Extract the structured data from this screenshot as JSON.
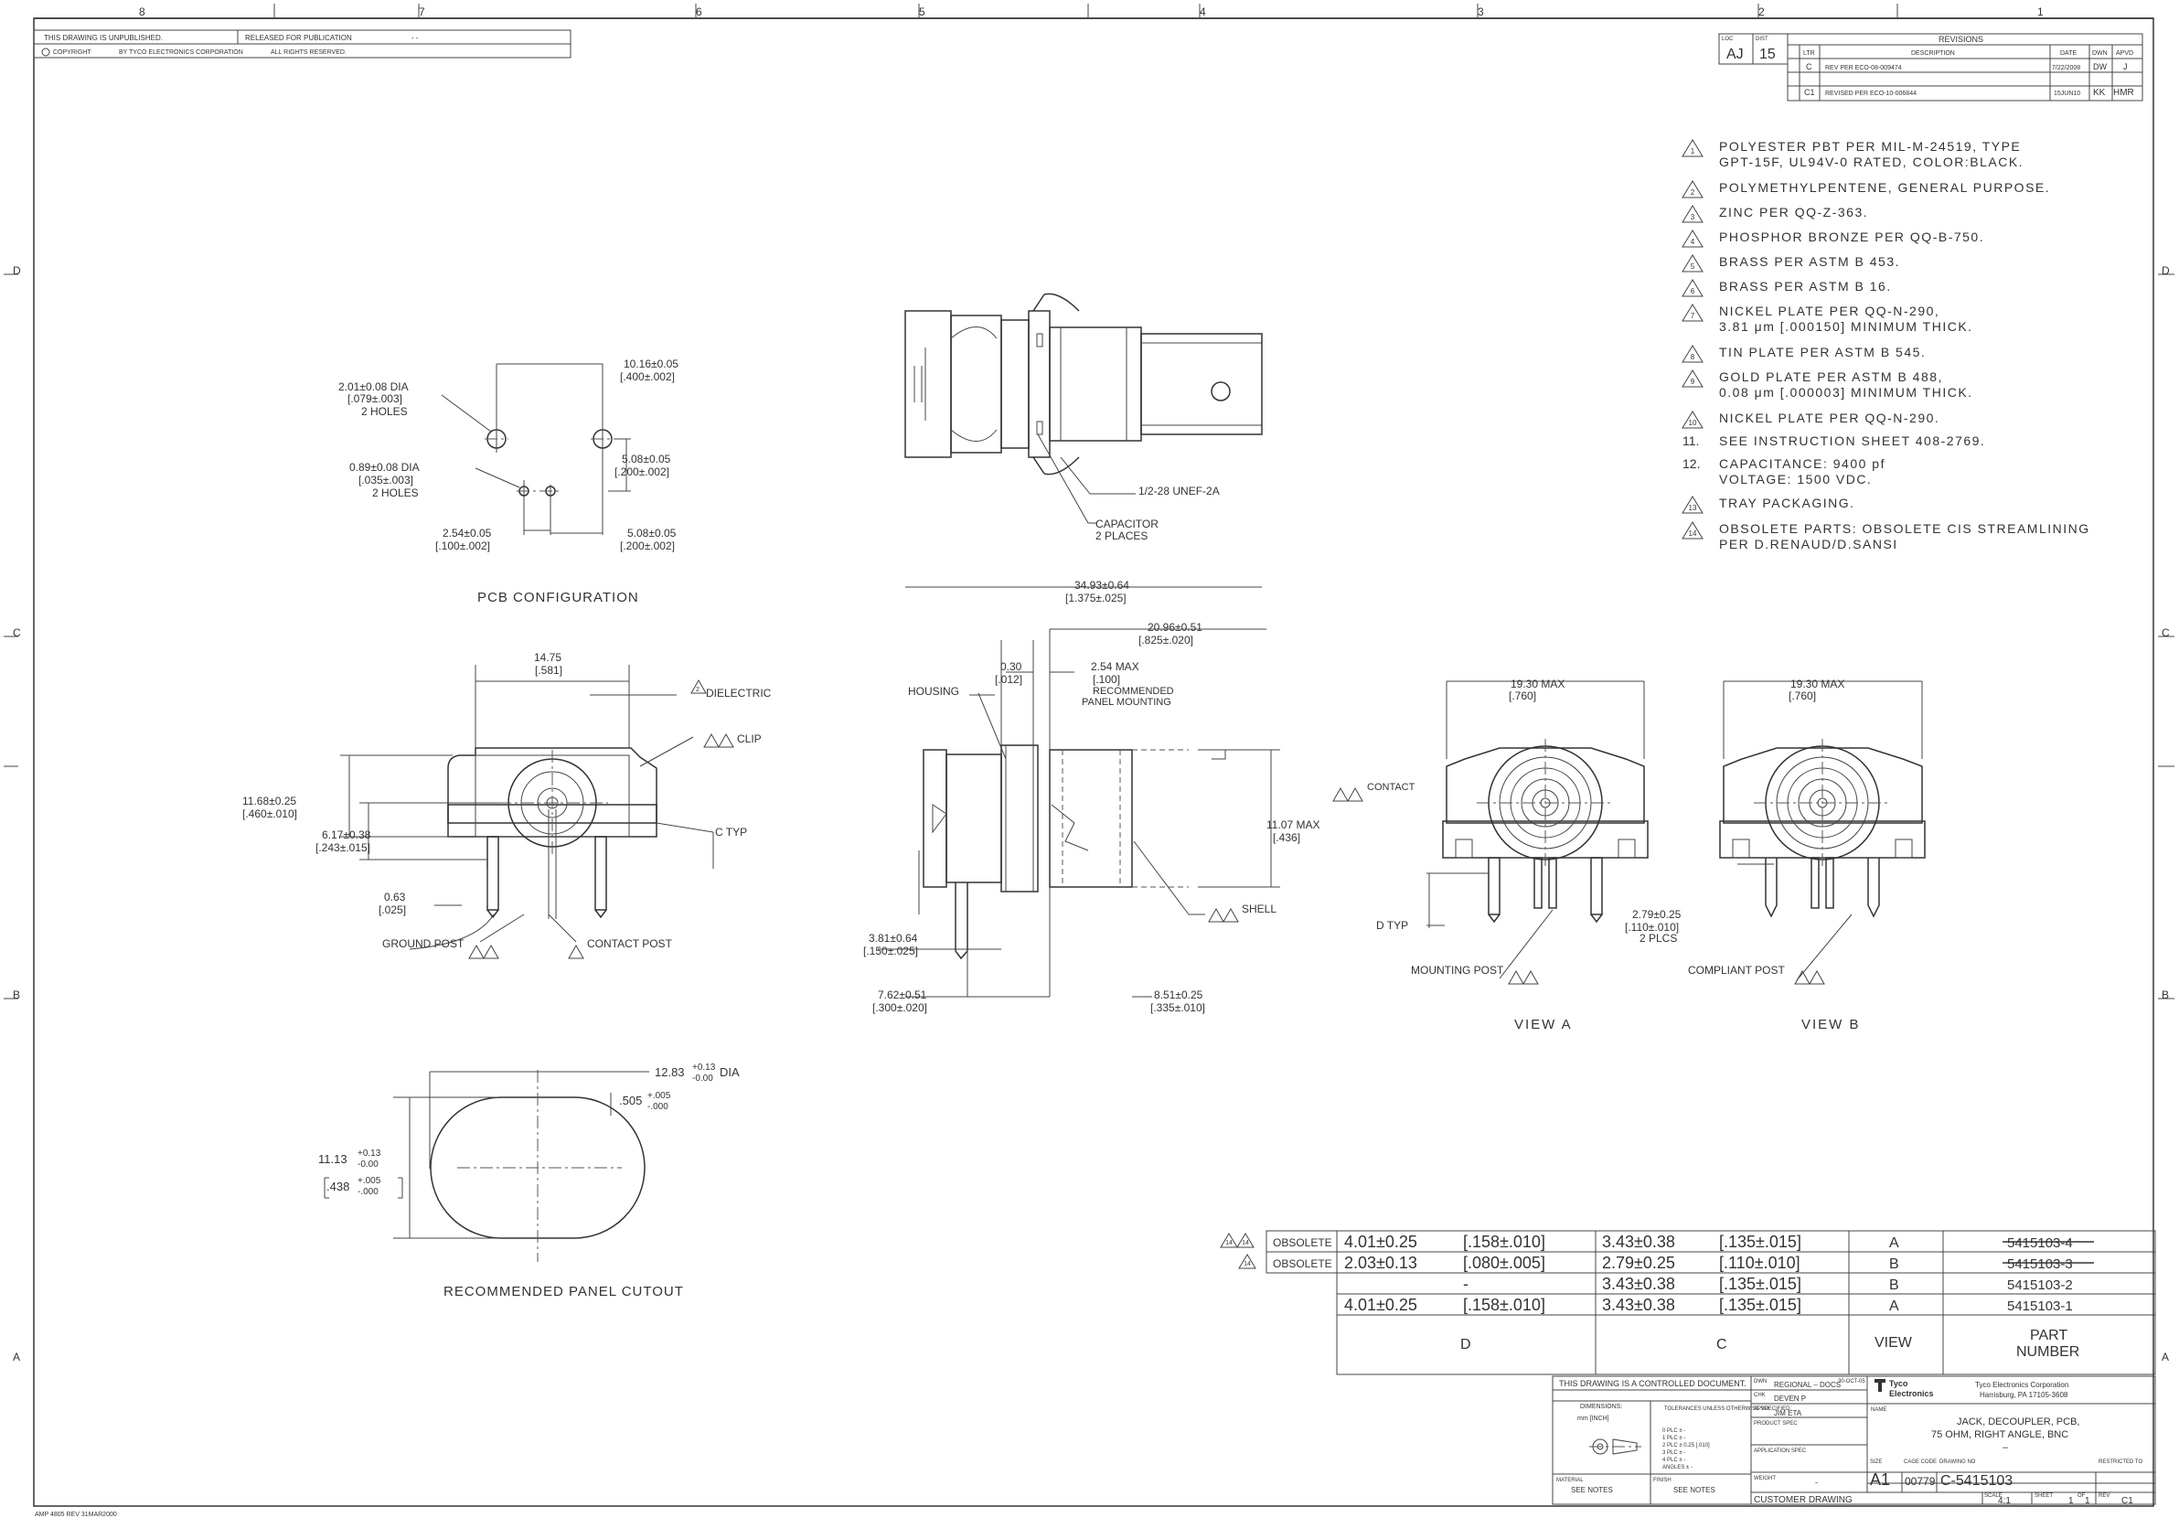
{
  "zone_numbers": [
    "8",
    "7",
    "6",
    "5",
    "4",
    "3",
    "2",
    "1"
  ],
  "zone_letters": [
    "D",
    "C",
    "B",
    "A"
  ],
  "header": {
    "line1": "THIS DRAWING IS UNPUBLISHED.",
    "released": "RELEASED FOR PUBLICATION",
    "dash": "- -",
    "copyright": "COPYRIGHT",
    "by": "BY TYCO ELECTRONICS CORPORATION",
    "rights": "ALL RIGHTS RESERVED."
  },
  "revisions": {
    "title": "REVISIONS",
    "loc_label": "LOC",
    "dist_label": "DIST",
    "loc": "AJ",
    "dist": "15",
    "headers": [
      "LTR",
      "DESCRIPTION",
      "DATE",
      "DWN",
      "APVD"
    ],
    "rows": [
      {
        "ltr": "C",
        "desc": "REV PER ECO-08-009474",
        "date": "7/22/2008",
        "dwn": "DW",
        "apvd": "J"
      },
      {
        "ltr": "C1",
        "desc": "REVISED PER ECO-10-006844",
        "date": "15JUN10",
        "dwn": "KK",
        "apvd": "HMR"
      }
    ]
  },
  "notes": [
    {
      "n": "1",
      "flag": true,
      "lines": [
        "POLYESTER PBT PER MIL-M-24519, TYPE",
        "GPT-15F, UL94V-0 RATED, COLOR:BLACK."
      ]
    },
    {
      "n": "2",
      "flag": true,
      "lines": [
        "POLYMETHYLPENTENE, GENERAL PURPOSE."
      ]
    },
    {
      "n": "3",
      "flag": true,
      "lines": [
        "ZINC PER QQ-Z-363."
      ]
    },
    {
      "n": "4",
      "flag": true,
      "lines": [
        "PHOSPHOR BRONZE PER QQ-B-750."
      ]
    },
    {
      "n": "5",
      "flag": true,
      "lines": [
        "BRASS PER ASTM B 453."
      ]
    },
    {
      "n": "6",
      "flag": true,
      "lines": [
        "BRASS PER ASTM B 16."
      ]
    },
    {
      "n": "7",
      "flag": true,
      "lines": [
        "NICKEL PLATE PER QQ-N-290,",
        "3.81 μm [.000150] MINIMUM THICK."
      ]
    },
    {
      "n": "8",
      "flag": true,
      "lines": [
        "TIN PLATE PER ASTM B 545."
      ]
    },
    {
      "n": "9",
      "flag": true,
      "lines": [
        "GOLD PLATE PER ASTM B 488,",
        "0.08 μm [.000003] MINIMUM THICK."
      ]
    },
    {
      "n": "10",
      "flag": true,
      "lines": [
        "NICKEL PLATE PER QQ-N-290."
      ]
    },
    {
      "n": "11.",
      "flag": false,
      "lines": [
        "SEE INSTRUCTION SHEET 408-2769."
      ]
    },
    {
      "n": "12.",
      "flag": false,
      "lines": [
        "CAPACITANCE: 9400 pf",
        "VOLTAGE: 1500 VDC."
      ]
    },
    {
      "n": "13",
      "flag": true,
      "lines": [
        "TRAY PACKAGING."
      ]
    },
    {
      "n": "14",
      "flag": true,
      "lines": [
        "OBSOLETE PARTS: OBSOLETE CIS STREAMLINING",
        "PER D.RENAUD/D.SANSI"
      ]
    }
  ],
  "pcb": {
    "title": "PCB CONFIGURATION",
    "d1": "10.16±0.05",
    "d1b": "[.400±.002]",
    "d2a": "2.01±0.08 DIA",
    "d2b": "[.079±.003]",
    "d2c": "2 HOLES",
    "d3a": "0.89±0.08 DIA",
    "d3b": "[.035±.003]",
    "d3c": "2 HOLES",
    "d4a": "5.08±0.05",
    "d4b": "[.200±.002]",
    "d5a": "2.54±0.05",
    "d5b": "[.100±.002]",
    "d6a": "5.08±0.05",
    "d6b": "[.200±.002]"
  },
  "side_top": {
    "thread": "1/2-28 UNEF-2A",
    "cap1": "CAPACITOR",
    "cap2": "2 PLACES"
  },
  "front": {
    "w1": "14.75",
    "w1b": "[.581]",
    "h1": "11.68±0.25",
    "h1b": "[.460±.010]",
    "h2": "6.17±0.38",
    "h2b": "[.243±.015]",
    "p1": "0.63",
    "p1b": "[.025]",
    "dielectric": "DIELECTRIC",
    "clip": "CLIP",
    "ctyp": "C TYP",
    "ground": "GROUND POST",
    "contact": "CONTACT POST"
  },
  "side": {
    "o1": "34.93±0.64",
    "o1b": "[1.375±.025]",
    "o2": "20.96±0.51",
    "o2b": "[.825±.020]",
    "t1": "0.30",
    "t1b": "[.012]",
    "t2": "2.54 MAX",
    "t2b": "[.100]",
    "t2c": "RECOMMENDED",
    "t2d": "PANEL MOUNTING",
    "housing": "HOUSING",
    "contact": "CONTACT",
    "h": "11.07 MAX",
    "hb": "[.436]",
    "shell": "SHELL",
    "b1": "3.81±0.64",
    "b1b": "[.150±.025]",
    "b2": "7.62±0.51",
    "b2b": "[.300±.020]",
    "b3": "8.51±0.25",
    "b3b": "[.335±.010]"
  },
  "view_a": {
    "w": "19.30 MAX",
    "wb": "[.760]",
    "dtyp": "D TYP",
    "post": "MOUNTING POST",
    "label": "VIEW A"
  },
  "view_b": {
    "w": "19.30 MAX",
    "wb": "[.760]",
    "p": "2.79±0.25",
    "pb": "[.110±.010]",
    "pc": "2 PLCS",
    "post": "COMPLIANT POST",
    "label": "VIEW B"
  },
  "cutout": {
    "title": "RECOMMENDED PANEL CUTOUT",
    "d1": "12.83",
    "d1tol_up": "+0.13",
    "d1tol_dn": "-0.00",
    "d1suffix": "DIA",
    "d2": ".505",
    "d2tol_up": "+.005",
    "d2tol_dn": "-.000",
    "d3": "11.13",
    "d3tol_up": "+0.13",
    "d3tol_dn": "-0.00",
    "d4": ".438",
    "d4tol_up": "+.005",
    "d4tol_dn": "-.000"
  },
  "part_table": {
    "rows": [
      {
        "tag": "OBSOLETE",
        "d_mm": "4.01±0.25",
        "d_in": "[.158±.010]",
        "c_mm": "3.43±0.38",
        "c_in": "[.135±.015]",
        "view": "A",
        "part": "5415103-4",
        "struck": true
      },
      {
        "tag": "OBSOLETE",
        "d_mm": "2.03±0.13",
        "d_in": "[.080±.005]",
        "c_mm": "2.79±0.25",
        "c_in": "[.110±.010]",
        "view": "B",
        "part": "5415103-3",
        "struck": true
      },
      {
        "tag": "",
        "d_mm": "-",
        "d_in": "",
        "c_mm": "3.43±0.38",
        "c_in": "[.135±.015]",
        "view": "B",
        "part": "5415103-2",
        "struck": false
      },
      {
        "tag": "",
        "d_mm": "4.01±0.25",
        "d_in": "[.158±.010]",
        "c_mm": "3.43±0.38",
        "c_in": "[.135±.015]",
        "view": "A",
        "part": "5415103-1",
        "struck": false
      }
    ],
    "col_d": "D",
    "col_c": "C",
    "col_view": "VIEW",
    "col_part1": "PART",
    "col_part2": "NUMBER"
  },
  "title_block": {
    "controlled": "THIS DRAWING IS A CONTROLLED DOCUMENT.",
    "dim": "DIMENSIONS:",
    "mm": "mm [INCH]",
    "tol": "TOLERANCES UNLESS OTHERWISE SPECIFIED:",
    "tols": [
      "0 PLC   ± -",
      "1 PLC   ± -",
      "2 PLC   ± 0.25 [.010]",
      "3 PLC   ± -",
      "4 PLC   ± -",
      "ANGLES   ± -"
    ],
    "material": "MATERIAL",
    "material_v": "SEE NOTES",
    "finish": "FINISH",
    "finish_v": "SEE NOTES",
    "dwn": "DWN",
    "dwn_v": "REGIONAL – DOCS",
    "dwn_date": "30-OCT-05",
    "chk": "CHK",
    "chk_v": "DEVEN P",
    "appvd": "APVD",
    "appvd_v": "JIM ETA",
    "product_spec": "PRODUCT SPEC",
    "app_spec": "APPLICATION SPEC",
    "weight": "WEIGHT",
    "weight_v": "-",
    "company": "Tyco Electronics Corporation",
    "addr": "Harrisburg, PA 17105-3608",
    "brand1": "Tyco",
    "brand2": "Electronics",
    "name_label": "NAME",
    "name1": "JACK, DECOUPLER, PCB,",
    "name2": "75 OHM, RIGHT ANGLE, BNC",
    "name3": "–",
    "size_label": "SIZE",
    "size": "A1",
    "cage_label": "CAGE CODE",
    "cage": "00779",
    "dwg_label": "DRAWING NO",
    "dwg": "C-5415103",
    "restricted": "RESTRICTED TO",
    "scale_label": "SCALE",
    "scale": "4:1",
    "sheet_label": "SHEET",
    "sheet": "1",
    "of": "OF",
    "sheets": "1",
    "rev_label": "REV",
    "rev": "C1",
    "customer": "CUSTOMER DRAWING"
  },
  "footer": "AMP 4805 REV 31MAR2000"
}
